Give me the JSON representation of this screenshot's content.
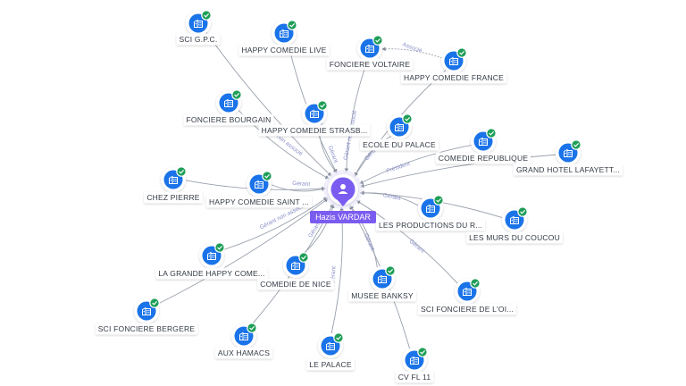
{
  "center": {
    "name": "Hazis VARDAR",
    "icon": "person-icon"
  },
  "colors": {
    "accent": "#7b5cf0",
    "node_fill": "#1a73e8",
    "check": "#1e9e57",
    "edge": "#9aa1ad",
    "edge_label": "#8a90c8"
  },
  "node_icon": "building-icon",
  "badge_icon": "check-icon",
  "companies": [
    {
      "label": "SCI G.P.C."
    },
    {
      "label": "HAPPY COMEDIE LIVE"
    },
    {
      "label": "FONCIERE VOLTAIRE"
    },
    {
      "label": "HAPPY COMEDIE FRANCE"
    },
    {
      "label": "FONCIERE BOURGAIN"
    },
    {
      "label": "HAPPY COMEDIE STRASB..."
    },
    {
      "label": "ECOLE DU PALACE"
    },
    {
      "label": "COMEDIE REPUBLIQUE"
    },
    {
      "label": "GRAND HOTEL LAFAYETT..."
    },
    {
      "label": "CHEZ PIERRE"
    },
    {
      "label": "HAPPY COMEDIE SAINT ..."
    },
    {
      "label": "LES PRODUCTIONS DU R..."
    },
    {
      "label": "LES MURS DU COUCOU"
    },
    {
      "label": "LA GRANDE HAPPY COME..."
    },
    {
      "label": "COMEDIE DE NICE"
    },
    {
      "label": "MUSEE BANKSY"
    },
    {
      "label": "SCI FONCIERE DE L'OI..."
    },
    {
      "label": "SCI FONCIERE BERGERE"
    },
    {
      "label": "AUX HAMACS"
    },
    {
      "label": "LE PALACE"
    },
    {
      "label": "CV FL 11"
    }
  ],
  "edge_labels": [
    "Gérant",
    "Gérant non associé",
    "Président",
    "Associé"
  ]
}
